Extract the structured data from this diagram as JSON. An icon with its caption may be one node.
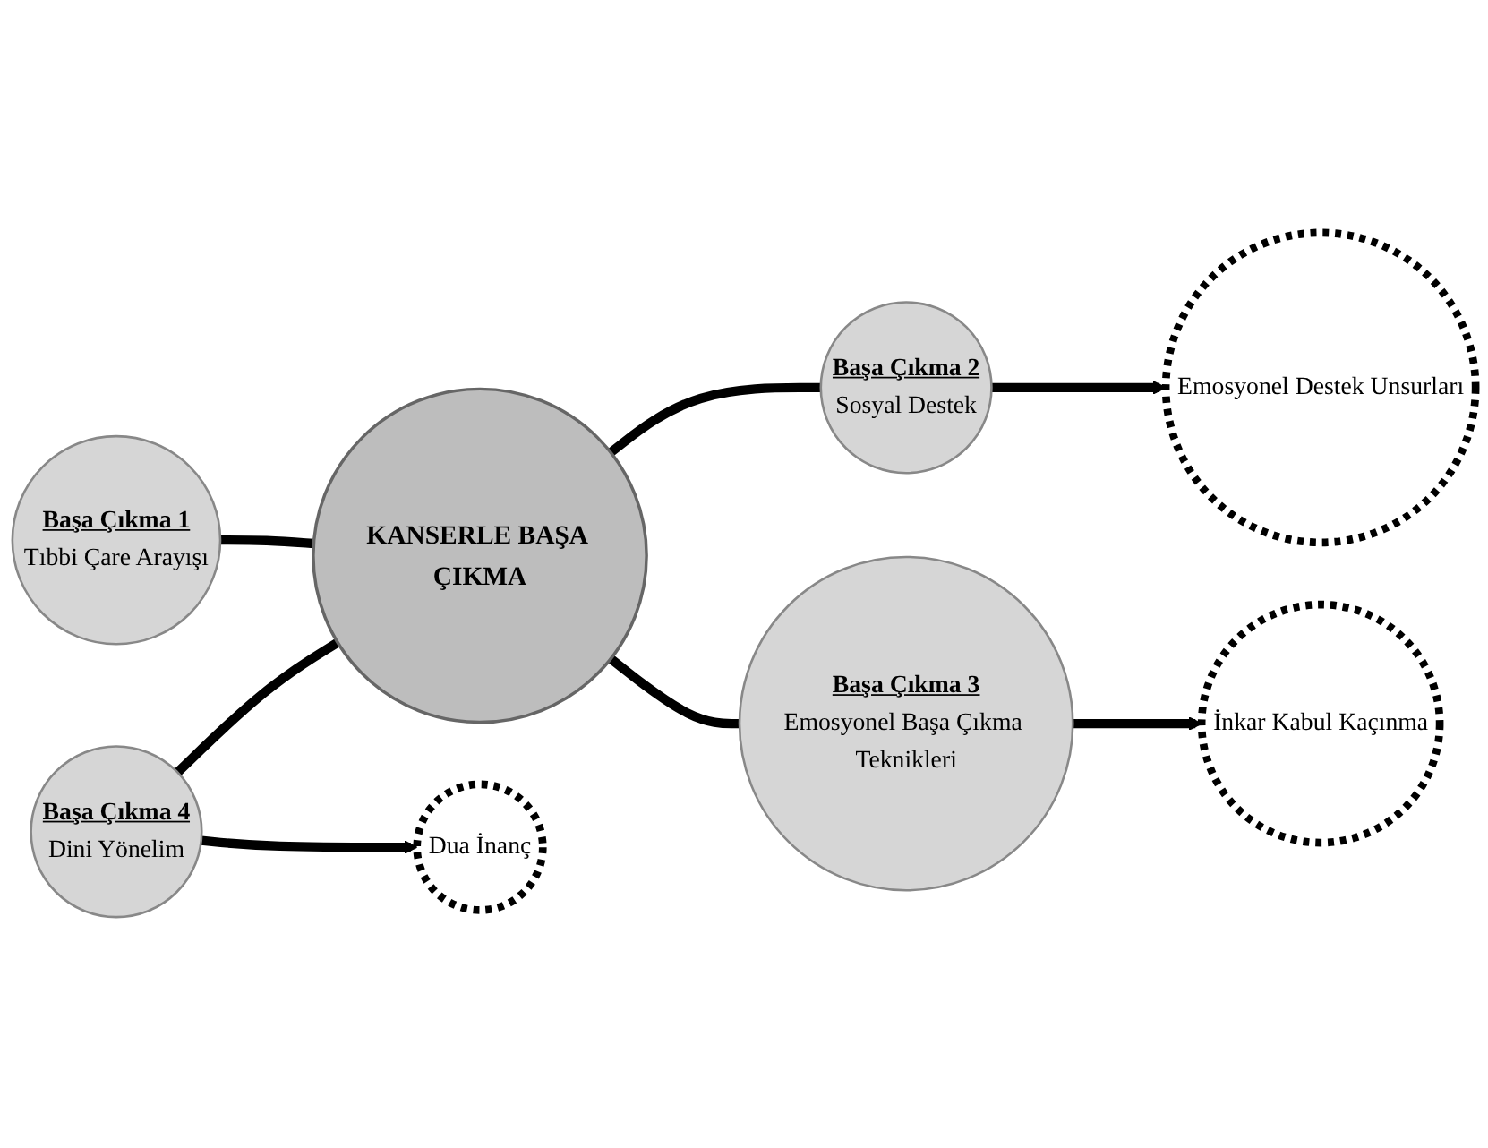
{
  "diagram": {
    "nodes": [
      {
        "text": [
          "KANSERLE BAŞA ÇIKMA"
        ]
      },
      {
        "text": [
          "Başa Çıkma 1",
          "Tıbbi Çare Arayışı"
        ]
      },
      {
        "text": [
          "Başa Çıkma 2",
          "Sosyal Destek"
        ]
      },
      {
        "text": [
          "Başa Çıkma 3",
          "Emosyonel Başa Çıkma Teknikleri"
        ]
      },
      {
        "text": [
          "Başa Çıkma 4",
          "Dini Yönelim"
        ]
      },
      {
        "text": [
          "Dua İnanç"
        ]
      },
      {
        "text": [
          "Emosyonel Destek Unsurları"
        ]
      },
      {
        "text": [
          "İnkar Kabul Kaçınma"
        ]
      }
    ],
    "edges": [
      {
        "from": 1,
        "to": 0,
        "arrow": "none"
      },
      {
        "from": 0,
        "to": 2,
        "arrow": "none"
      },
      {
        "from": 0,
        "to": 3,
        "arrow": "none"
      },
      {
        "from": 4,
        "to": 0,
        "arrow": "none"
      },
      {
        "from": 4,
        "to": 5,
        "arrow": "to"
      },
      {
        "from": 2,
        "to": 6,
        "arrow": "to"
      },
      {
        "from": 3,
        "to": 7,
        "arrow": "to"
      }
    ]
  }
}
